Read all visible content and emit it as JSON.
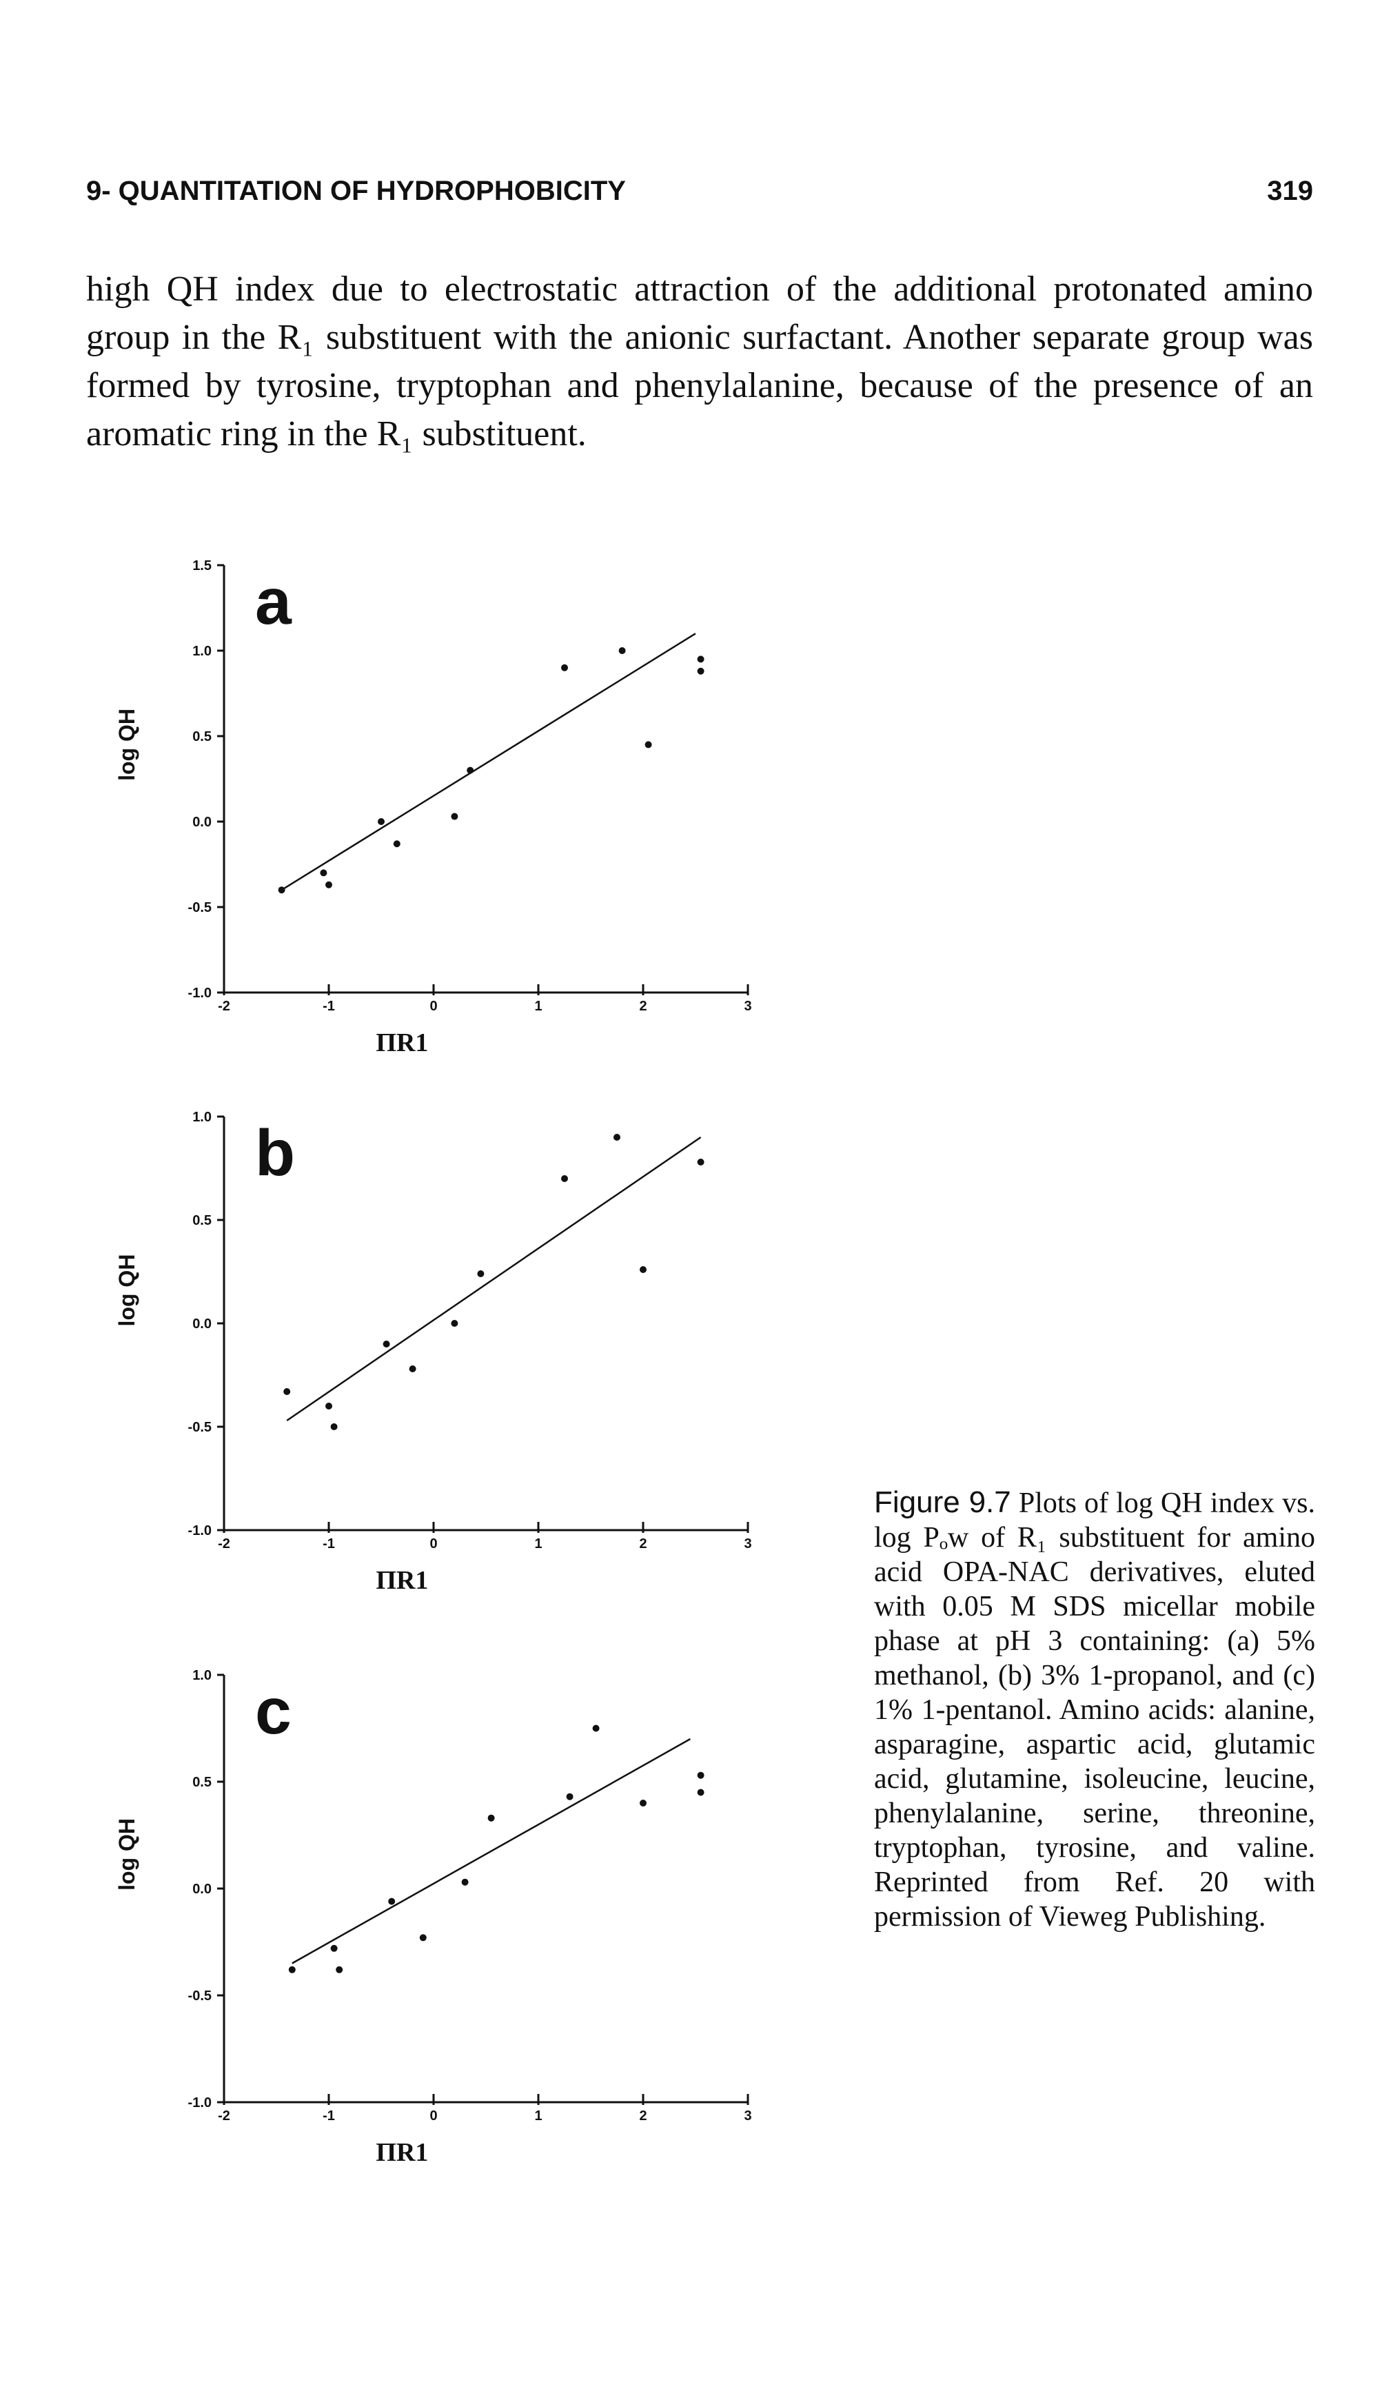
{
  "header": {
    "title": "9- QUANTITATION OF HYDROPHOBICITY",
    "page_number": "319"
  },
  "body_text": "high QH index due to electrostatic attraction of the additional protonated amino group in the R₁ substituent with the anionic surfactant. Another separate group was formed by tyrosine, tryptophan and phenylalanine, because of the presence of an aromatic ring in the R₁ substituent.",
  "caption": {
    "label": "Figure 9.7",
    "text": "Plots of log QH index vs. log Pₒw of R₁ substituent for amino acid OPA-NAC derivatives, eluted with 0.05 M SDS micellar mobile phase at pH 3 containing: (a) 5% methanol, (b) 3% 1-propanol, and (c) 1% 1-pentanol. Amino acids: alanine, asparagine, aspartic acid, glutamic acid, glutamine, isoleucine, leucine, phenylalanine, serine, threonine, tryptophan, tyrosine, and valine. Reprinted from Ref. 20 with permission of Vieweg Publishing."
  },
  "chart_data": [
    {
      "type": "scatter",
      "panel": "a",
      "ylabel": "log QH",
      "xlabel": "ΠR1",
      "xlim": [
        -2,
        3
      ],
      "ylim": [
        -1.0,
        1.5
      ],
      "xticks": [
        "-2",
        "-1",
        "0",
        "1",
        "2",
        "3"
      ],
      "yticks": [
        "1.5",
        "1.0",
        "0.5",
        "0.0",
        "-0.5",
        "-1.0"
      ],
      "points": [
        {
          "x": -1.45,
          "y": -0.4
        },
        {
          "x": -1.05,
          "y": -0.3
        },
        {
          "x": -1.0,
          "y": -0.37
        },
        {
          "x": -0.5,
          "y": 0.0
        },
        {
          "x": -0.35,
          "y": -0.13
        },
        {
          "x": 0.2,
          "y": 0.03
        },
        {
          "x": 0.35,
          "y": 0.3
        },
        {
          "x": 1.25,
          "y": 0.9
        },
        {
          "x": 1.8,
          "y": 1.0
        },
        {
          "x": 2.05,
          "y": 0.45
        },
        {
          "x": 2.55,
          "y": 0.95
        },
        {
          "x": 2.55,
          "y": 0.88
        }
      ],
      "fit_line": [
        {
          "x": -1.45,
          "y": -0.4
        },
        {
          "x": 2.5,
          "y": 1.1
        }
      ]
    },
    {
      "type": "scatter",
      "panel": "b",
      "ylabel": "log QH",
      "xlabel": "ΠR1",
      "xlim": [
        -2,
        3
      ],
      "ylim": [
        -1.0,
        1.0
      ],
      "xticks": [
        "-2",
        "-1",
        "0",
        "1",
        "2",
        "3"
      ],
      "yticks": [
        "1.0",
        "0.5",
        "0.0",
        "-0.5",
        "-1.0"
      ],
      "points": [
        {
          "x": -1.4,
          "y": -0.33
        },
        {
          "x": -1.0,
          "y": -0.4
        },
        {
          "x": -0.95,
          "y": -0.5
        },
        {
          "x": -0.45,
          "y": -0.1
        },
        {
          "x": -0.2,
          "y": -0.22
        },
        {
          "x": 0.2,
          "y": 0.0
        },
        {
          "x": 0.45,
          "y": 0.24
        },
        {
          "x": 1.25,
          "y": 0.7
        },
        {
          "x": 1.75,
          "y": 0.9
        },
        {
          "x": 2.0,
          "y": 0.26
        },
        {
          "x": 2.55,
          "y": 0.78
        }
      ],
      "fit_line": [
        {
          "x": -1.4,
          "y": -0.47
        },
        {
          "x": 2.55,
          "y": 0.9
        }
      ]
    },
    {
      "type": "scatter",
      "panel": "c",
      "ylabel": "log QH",
      "xlabel": "ΠR1",
      "xlim": [
        -2,
        3
      ],
      "ylim": [
        -1.0,
        1.0
      ],
      "xticks": [
        "-2",
        "-1",
        "0",
        "1",
        "2",
        "3"
      ],
      "yticks": [
        "1.0",
        "0.5",
        "0.0",
        "-0.5",
        "-1.0"
      ],
      "points": [
        {
          "x": -1.35,
          "y": -0.38
        },
        {
          "x": -0.95,
          "y": -0.28
        },
        {
          "x": -0.9,
          "y": -0.38
        },
        {
          "x": -0.4,
          "y": -0.06
        },
        {
          "x": -0.1,
          "y": -0.23
        },
        {
          "x": 0.3,
          "y": 0.03
        },
        {
          "x": 0.55,
          "y": 0.33
        },
        {
          "x": 1.3,
          "y": 0.43
        },
        {
          "x": 1.55,
          "y": 0.75
        },
        {
          "x": 2.0,
          "y": 0.4
        },
        {
          "x": 2.55,
          "y": 0.53
        },
        {
          "x": 2.55,
          "y": 0.45
        }
      ],
      "fit_line": [
        {
          "x": -1.35,
          "y": -0.35
        },
        {
          "x": 2.45,
          "y": 0.7
        }
      ]
    }
  ]
}
